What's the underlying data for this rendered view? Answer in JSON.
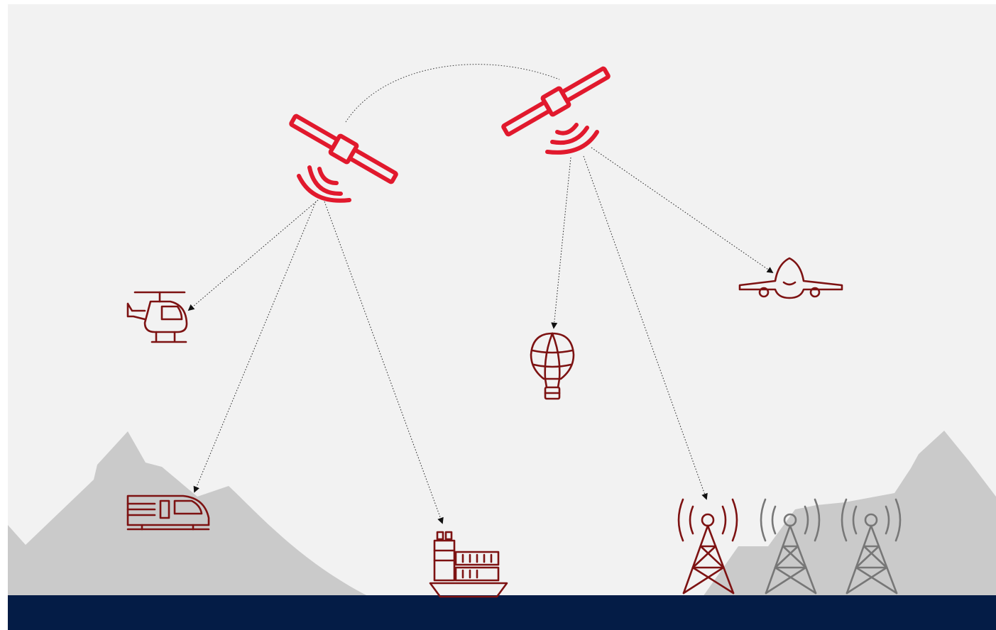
{
  "colors": {
    "sky": "#f2f2f2",
    "mountains": "#cacaca",
    "ground_band": "#041c46",
    "satellite": "#e1192d",
    "icon_active": "#7d1212",
    "icon_inactive": "#777777",
    "dotted_link": "#2a2a2a"
  },
  "satellites": [
    {
      "id": "satellite-1",
      "icon": "satellite-icon",
      "links_to": [
        "helicopter",
        "train",
        "ship"
      ]
    },
    {
      "id": "satellite-2",
      "icon": "satellite-icon",
      "links_to": [
        "hot-air-balloon",
        "cell-tower-1",
        "airplane"
      ]
    }
  ],
  "orbit_link": {
    "from": "satellite-1",
    "to": "satellite-2"
  },
  "receivers": [
    {
      "id": "helicopter",
      "icon": "helicopter-icon",
      "state": "active"
    },
    {
      "id": "train",
      "icon": "train-icon",
      "state": "active"
    },
    {
      "id": "ship",
      "icon": "ship-icon",
      "state": "active"
    },
    {
      "id": "hot-air-balloon",
      "icon": "hot-air-balloon-icon",
      "state": "active"
    },
    {
      "id": "airplane",
      "icon": "airplane-icon",
      "state": "active"
    },
    {
      "id": "cell-tower-1",
      "icon": "cell-tower-icon",
      "state": "active"
    },
    {
      "id": "cell-tower-2",
      "icon": "cell-tower-icon",
      "state": "inactive"
    },
    {
      "id": "cell-tower-3",
      "icon": "cell-tower-icon",
      "state": "inactive"
    }
  ]
}
